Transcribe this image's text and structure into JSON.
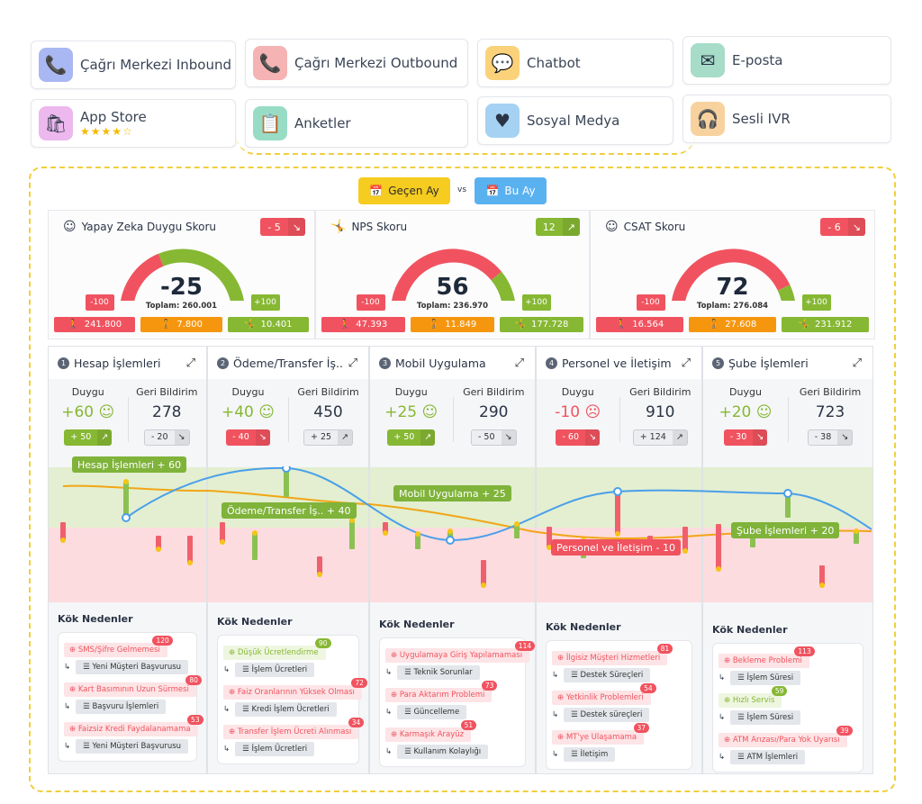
{
  "sources": [
    {
      "label": "Çağrı Merkezi Inbound",
      "icon": "phone-inbound-icon",
      "bg": "#a9b8f2",
      "glyph": "📞"
    },
    {
      "label": "Çağrı Merkezi Outbound",
      "icon": "phone-outbound-icon",
      "bg": "#f5b3b3",
      "glyph": "📞"
    },
    {
      "label": "Chatbot",
      "icon": "chatbot-icon",
      "bg": "#fbd27a",
      "glyph": "💬"
    },
    {
      "label": "E-posta",
      "icon": "email-icon",
      "bg": "#a6dcc8",
      "glyph": "✉"
    },
    {
      "label": "App Store",
      "icon": "app-store-icon",
      "bg": "#ecb8ee",
      "glyph": "🛍",
      "stars": "★★★★☆"
    },
    {
      "label": "Anketler",
      "icon": "survey-icon",
      "bg": "#98dcc6",
      "glyph": "📋"
    },
    {
      "label": "Sosyal Medya",
      "icon": "social-media-icon",
      "bg": "#a5d2f2",
      "glyph": "♥"
    },
    {
      "label": "Sesli IVR",
      "icon": "ivr-icon",
      "bg": "#f8d29e",
      "glyph": "🎧"
    }
  ],
  "period": {
    "previous": "Geçen Ay",
    "vs": "vs",
    "current": "Bu Ay"
  },
  "colors": {
    "red": "#f0535f",
    "green": "#86b833",
    "orange": "#f6960f",
    "grey": "#c9cdd3"
  },
  "scores": [
    {
      "title": "Yapay Zeka Duygu Skoru",
      "icon": "smile-icon",
      "delta": "- 5",
      "trend": "down",
      "value": -25,
      "value_text": "-25",
      "total": "Toplam: 260.001",
      "min": "-100",
      "max": "+100",
      "counts": [
        "241.800",
        "7.800",
        "10.401"
      ]
    },
    {
      "title": "NPS Skoru",
      "icon": "jump-icon",
      "delta": "12",
      "trend": "up",
      "value": 56,
      "value_text": "56",
      "total": "Toplam: 236.970",
      "min": "-100",
      "max": "+100",
      "counts": [
        "47.393",
        "11.849",
        "177.728"
      ]
    },
    {
      "title": "CSAT Skoru",
      "icon": "smile-icon",
      "delta": "- 6",
      "trend": "down",
      "value": 72,
      "value_text": "72",
      "total": "Toplam: 276.084",
      "min": "-100",
      "max": "+100",
      "counts": [
        "16.564",
        "27.608",
        "231.912"
      ]
    }
  ],
  "categories": [
    {
      "num": "1",
      "name": "Hesap İşlemleri",
      "duygu_label": "Duygu",
      "duygu": "+60",
      "mood": "happy",
      "duygu_delta": "+ 50",
      "duygu_trend": "up",
      "fb_label": "Geri Bildirim",
      "fb": "278",
      "fb_delta": "- 20",
      "fb_trend": "down",
      "chart_label": "Hesap İşlemleri + 60",
      "chart_tone": "green",
      "roots_title": "Kök Nedenler",
      "roots": [
        {
          "cause": "SMS/Şifre Gelmemesi",
          "count": "120",
          "tone": "red",
          "sub": "Yeni Müşteri Başvurusu"
        },
        {
          "cause": "Kart Basımının Uzun Sürmesi",
          "count": "80",
          "tone": "red",
          "sub": "Başvuru İşlemleri"
        },
        {
          "cause": "Faizsiz Kredi Faydalanamama",
          "count": "53",
          "tone": "red",
          "sub": "Yeni Müşteri Başvurusu"
        }
      ]
    },
    {
      "num": "2",
      "name": "Ödeme/Transfer İş..",
      "duygu_label": "Duygu",
      "duygu": "+40",
      "mood": "happy",
      "duygu_delta": "- 40",
      "duygu_trend": "down",
      "fb_label": "Geri Bildirim",
      "fb": "450",
      "fb_delta": "+ 25",
      "fb_trend": "up",
      "chart_label": "Ödeme/Transfer İş.. + 40",
      "chart_tone": "green",
      "roots_title": "Kök Nedenler",
      "roots": [
        {
          "cause": "Düşük Ücretlendirme",
          "count": "90",
          "tone": "green",
          "sub": "İşlem Ücretleri"
        },
        {
          "cause": "Faiz Oranlarının Yüksek Olması",
          "count": "72",
          "tone": "red",
          "sub": "Kredi İşlem Ücretleri"
        },
        {
          "cause": "Transfer İşlem Ücreti Alınması",
          "count": "34",
          "tone": "red",
          "sub": "İşlem Ücretleri"
        }
      ]
    },
    {
      "num": "3",
      "name": "Mobil Uygulama",
      "duygu_label": "Duygu",
      "duygu": "+25",
      "mood": "happy",
      "duygu_delta": "+ 50",
      "duygu_trend": "up",
      "fb_label": "Geri Bildirim",
      "fb": "290",
      "fb_delta": "- 50",
      "fb_trend": "down",
      "chart_label": "Mobil Uygulama + 25",
      "chart_tone": "green",
      "roots_title": "Kök Nedenler",
      "roots": [
        {
          "cause": "Uygulamaya Giriş Yapılamaması",
          "count": "114",
          "tone": "red",
          "sub": "Teknik Sorunlar"
        },
        {
          "cause": "Para Aktarım Problemi",
          "count": "73",
          "tone": "red",
          "sub": "Güncelleme"
        },
        {
          "cause": "Karmaşık Arayüz",
          "count": "51",
          "tone": "red",
          "sub": "Kullanım Kolaylığı"
        }
      ]
    },
    {
      "num": "4",
      "name": "Personel ve İletişim",
      "duygu_label": "Duygu",
      "duygu": "-10",
      "mood": "sad",
      "duygu_delta": "- 60",
      "duygu_trend": "down",
      "fb_label": "Geri Bildirim",
      "fb": "910",
      "fb_delta": "+ 124",
      "fb_trend": "up",
      "chart_label": "Personel ve İletişim - 10",
      "chart_tone": "red",
      "roots_title": "Kök Nedenler",
      "roots": [
        {
          "cause": "İlgisiz Müşteri Hizmetleri",
          "count": "81",
          "tone": "red",
          "sub": "Destek Süreçleri"
        },
        {
          "cause": "Yetkinlik Problemleri",
          "count": "54",
          "tone": "red",
          "sub": "Destek süreçleri"
        },
        {
          "cause": "MT'ye Ulaşamama",
          "count": "37",
          "tone": "red",
          "sub": "İletişim"
        }
      ]
    },
    {
      "num": "5",
      "name": "Şube İşlemleri",
      "duygu_label": "Duygu",
      "duygu": "+20",
      "mood": "happy",
      "duygu_delta": "- 30",
      "duygu_trend": "down",
      "fb_label": "Geri Bildirim",
      "fb": "723",
      "fb_delta": "- 38",
      "fb_trend": "down",
      "chart_label": "Şube İşlemleri + 20",
      "chart_tone": "green",
      "roots_title": "Kök Nedenler",
      "roots": [
        {
          "cause": "Bekleme Problemi",
          "count": "113",
          "tone": "red",
          "sub": "İşlem Süresi"
        },
        {
          "cause": "Hızlı Servis",
          "count": "59",
          "tone": "green",
          "sub": "İşlem Süresi"
        },
        {
          "cause": "ATM Arızası/Para Yok Uyarısı",
          "count": "39",
          "tone": "red",
          "sub": "ATM İşlemleri"
        }
      ]
    }
  ]
}
